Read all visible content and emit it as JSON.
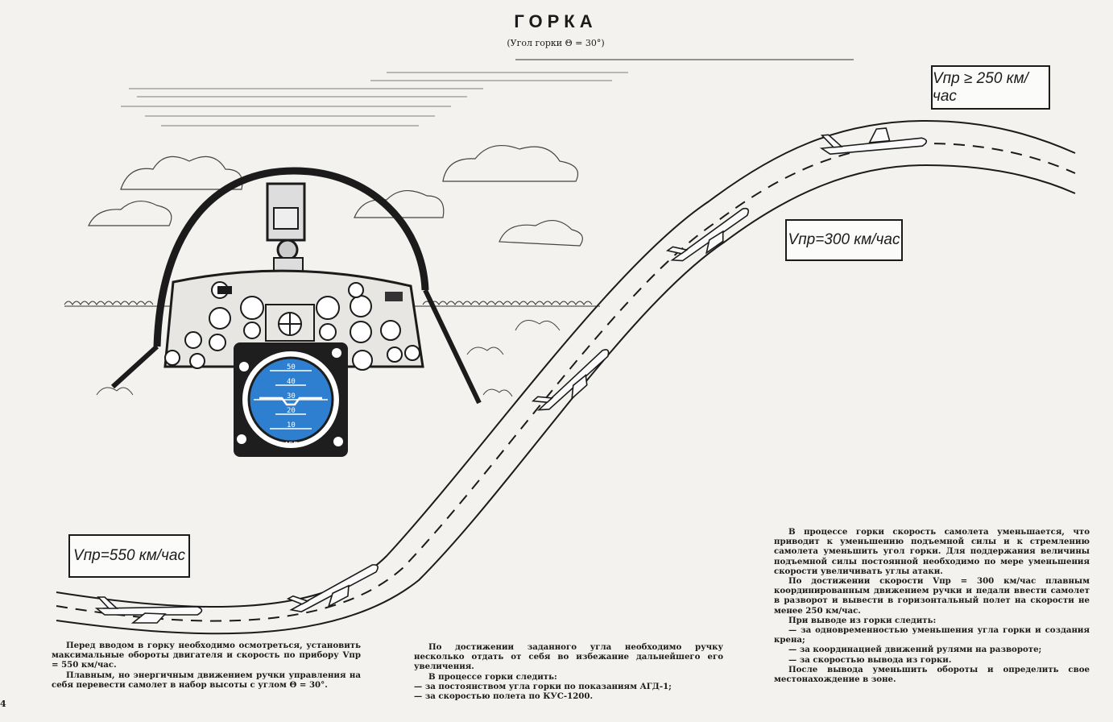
{
  "header": {
    "title": "ГОРКА",
    "subtitle": "(Угол горки Θ = 30°)"
  },
  "speed_labels": {
    "top": "Vпр ≥ 250 км/час",
    "middle": "Vпр=300 км/час",
    "bottom": "Vпр=550 км/час"
  },
  "instrument": {
    "ticks": [
      "50",
      "40",
      "30",
      "20",
      "10"
    ],
    "label": "АГД"
  },
  "text_left": {
    "p1": "Перед вводом в горку необходимо осмотреться, установить максимальные обороты двигателя и скорость по прибору Vпр = 550 км/час.",
    "p2": "Плавным, но энергичным движением ручки управления на себя перевести самолет в набор высоты с углом Θ = 30°."
  },
  "text_middle": {
    "p1": "По достижении заданного угла необходимо ручку несколько отдать от себя во избежание дальнейшего его увеличения.",
    "p2": "В процессе горки следить:",
    "p3": "— за постоянством угла горки по показаниям АГД-1;",
    "p4": "— за скоростью полета по КУС-1200."
  },
  "text_right": {
    "p1": "В процессе горки скорость самолета уменьшается, что приводит к уменьшению подъемной силы и к стремлению самолета уменьшить угол горки. Для поддержания величины подъемной силы постоянной необходимо по мере уменьшения скорости увеличивать углы атаки.",
    "p2": "По достижении скорости Vпр = 300 км/час плавным координированным движением ручки и педали ввести самолет в разворот и вывести в горизонтальный полет на скорости не менее 250 км/час.",
    "p3": "При выводе из горки следить:",
    "p4": "— за одновременностью уменьшения угла горки и создания крена;",
    "p5": "— за координацией движений рулями на развороте;",
    "p6": "— за скоростью вывода из горки.",
    "p7": "После вывода уменьшить обороты и определить свое местонахождение в зоне."
  },
  "page_number": "4",
  "colors": {
    "ink": "#1b1b1b",
    "paper": "#f3f2ee",
    "attitude_blue": "#2f7fd0"
  }
}
